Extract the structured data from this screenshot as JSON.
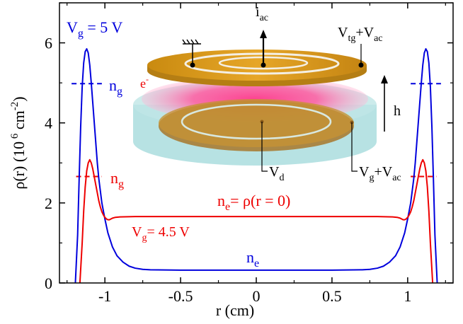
{
  "chart_data": {
    "type": "line",
    "xlabel": "r (cm)",
    "ylabel": "ρ(r) (10^6 cm^-2)",
    "xlim": [
      -1.3,
      1.3
    ],
    "ylim": [
      0,
      7
    ],
    "xticks": [
      -1,
      -0.5,
      0,
      0.5,
      1
    ],
    "xtick_labels": [
      "-1",
      "-0.5",
      "0",
      "0.5",
      "1"
    ],
    "yticks": [
      0,
      2,
      4,
      6
    ],
    "ytick_labels": [
      "0",
      "2",
      "4",
      "6"
    ],
    "grid": false,
    "series": [
      {
        "name": "Vg = 5 V",
        "color": "#0000dd",
        "x": [
          -1.195,
          -1.18,
          -1.17,
          -1.16,
          -1.15,
          -1.14,
          -1.13,
          -1.12,
          -1.11,
          -1.1,
          -1.09,
          -1.08,
          -1.07,
          -1.06,
          -1.05,
          -1.04,
          -1.02,
          -1.0,
          -0.98,
          -0.95,
          -0.92,
          -0.88,
          -0.84,
          -0.8,
          -0.75,
          -0.7,
          -0.5,
          0.0,
          0.5,
          0.7,
          0.75,
          0.8,
          0.84,
          0.88,
          0.92,
          0.95,
          0.98,
          1.0,
          1.02,
          1.04,
          1.05,
          1.06,
          1.07,
          1.08,
          1.09,
          1.1,
          1.11,
          1.12,
          1.13,
          1.14,
          1.15,
          1.16,
          1.17,
          1.18,
          1.195
        ],
        "y": [
          0.0,
          1.2,
          2.6,
          3.9,
          4.9,
          5.5,
          5.78,
          5.85,
          5.75,
          5.45,
          5.0,
          4.5,
          4.0,
          3.5,
          3.0,
          2.6,
          2.0,
          1.6,
          1.25,
          0.9,
          0.68,
          0.52,
          0.42,
          0.37,
          0.34,
          0.33,
          0.32,
          0.32,
          0.32,
          0.33,
          0.34,
          0.37,
          0.42,
          0.52,
          0.68,
          0.9,
          1.25,
          1.6,
          2.0,
          2.6,
          3.0,
          3.5,
          4.0,
          4.5,
          5.0,
          5.45,
          5.75,
          5.85,
          5.78,
          5.5,
          4.9,
          3.9,
          2.6,
          1.2,
          0.0
        ]
      },
      {
        "name": "Vg = 4.5 V",
        "color": "#ee0000",
        "x": [
          -1.165,
          -1.15,
          -1.14,
          -1.13,
          -1.12,
          -1.11,
          -1.1,
          -1.09,
          -1.08,
          -1.07,
          -1.06,
          -1.05,
          -1.04,
          -1.03,
          -1.02,
          -1.01,
          -1.0,
          -0.99,
          -0.98,
          -0.97,
          -0.96,
          -0.95,
          -0.93,
          -0.9,
          -0.8,
          -0.5,
          0.0,
          0.5,
          0.8,
          0.9,
          0.93,
          0.95,
          0.96,
          0.97,
          0.98,
          0.99,
          1.0,
          1.01,
          1.02,
          1.03,
          1.04,
          1.05,
          1.06,
          1.07,
          1.08,
          1.09,
          1.1,
          1.11,
          1.12,
          1.13,
          1.14,
          1.15,
          1.165
        ],
        "y": [
          0.0,
          1.0,
          1.8,
          2.4,
          2.8,
          3.0,
          3.08,
          3.0,
          2.85,
          2.65,
          2.45,
          2.25,
          2.05,
          1.9,
          1.78,
          1.7,
          1.64,
          1.6,
          1.58,
          1.58,
          1.6,
          1.62,
          1.64,
          1.65,
          1.66,
          1.66,
          1.66,
          1.66,
          1.66,
          1.65,
          1.64,
          1.62,
          1.6,
          1.58,
          1.58,
          1.6,
          1.64,
          1.7,
          1.78,
          1.9,
          2.05,
          2.25,
          2.45,
          2.65,
          2.85,
          3.0,
          3.08,
          3.0,
          2.8,
          2.4,
          1.8,
          1.0,
          0.0
        ]
      }
    ],
    "reference_lines": [
      {
        "color": "#0000dd",
        "y": 4.98,
        "segments": [
          [
            -1.22,
            -1.02
          ],
          [
            1.02,
            1.22
          ]
        ]
      },
      {
        "color": "#ee0000",
        "y": 2.66,
        "segments": [
          [
            -1.19,
            -1.02
          ],
          [
            1.02,
            1.19
          ]
        ]
      }
    ],
    "annotations": {
      "vg_blue": {
        "main": "V",
        "sub": "g",
        "rest": " = 5 V",
        "color": "#0000dd"
      },
      "ng_blue": {
        "main": "n",
        "sub": "g",
        "color": "#0000dd"
      },
      "ng_red": {
        "main": "n",
        "sub": "g",
        "color": "#ee0000"
      },
      "ne_red": {
        "main": "n",
        "sub": "e",
        "rest": "= ρ(r = 0)",
        "color": "#ee0000"
      },
      "vg_red": {
        "main": "V",
        "sub": "g",
        "rest": "= 4.5 V",
        "color": "#ee0000"
      },
      "ne_blue": {
        "main": "n",
        "sub": "e",
        "color": "#0000dd"
      }
    },
    "inset_labels": {
      "iac": {
        "main": "i",
        "sub": "ac"
      },
      "vtg": {
        "main": "V",
        "sub": "tg",
        "rest": "+V",
        "sub2": "ac"
      },
      "electron": {
        "main": "e",
        "sup": "-"
      },
      "h": "h",
      "vd": {
        "main": "V",
        "sub": "d"
      },
      "vg": {
        "main": "V",
        "sub": "g",
        "rest": "+V",
        "sub2": "ac"
      }
    },
    "ylabel_parts": {
      "a": "ρ(r) (10",
      "exp": " 6",
      "b": " cm",
      "exp2": "-2",
      "c": ")"
    }
  }
}
